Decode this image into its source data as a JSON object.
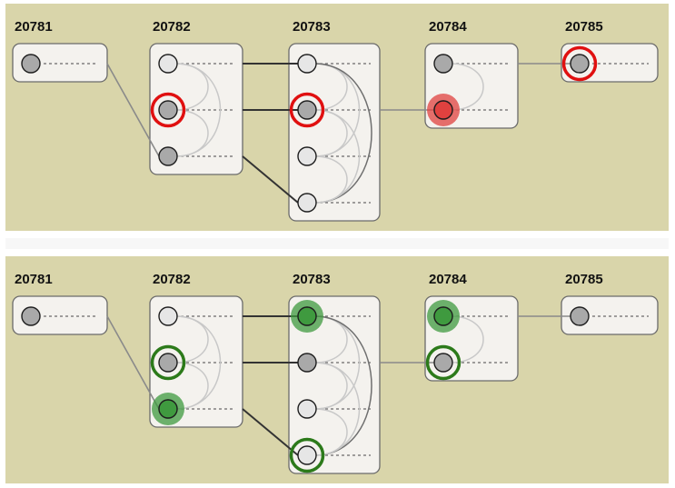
{
  "colors": {
    "panel": "#d9d5aa",
    "divider": "#f7f7f7",
    "card": "#f4f2ee",
    "node_light": "#e6e6e6",
    "node_dark": "#a9a9a9",
    "highlight_red": "#e01010",
    "highlight_red_fill": "#e0413f",
    "highlight_green": "#2c7a1a",
    "highlight_green_fill": "#3f9a3f"
  },
  "panels": [
    {
      "id": "top",
      "groups": [
        {
          "label": "20781",
          "nodes": [
            "dark"
          ]
        },
        {
          "label": "20782",
          "nodes": [
            "light",
            "dark",
            "dark"
          ]
        },
        {
          "label": "20783",
          "nodes": [
            "light",
            "dark",
            "light",
            "light"
          ]
        },
        {
          "label": "20784",
          "nodes": [
            "dark",
            "dark"
          ]
        },
        {
          "label": "20785",
          "nodes": [
            "dark"
          ]
        }
      ],
      "highlights": [
        {
          "group": 1,
          "node": 1,
          "style": "red-ring"
        },
        {
          "group": 2,
          "node": 1,
          "style": "red-ring"
        },
        {
          "group": 3,
          "node": 1,
          "style": "red-fill"
        },
        {
          "group": 4,
          "node": 0,
          "style": "red-ring"
        }
      ]
    },
    {
      "id": "bottom",
      "groups": [
        {
          "label": "20781",
          "nodes": [
            "dark"
          ]
        },
        {
          "label": "20782",
          "nodes": [
            "light",
            "dark",
            "dark"
          ]
        },
        {
          "label": "20783",
          "nodes": [
            "dark",
            "dark",
            "light",
            "light"
          ]
        },
        {
          "label": "20784",
          "nodes": [
            "dark",
            "dark"
          ]
        },
        {
          "label": "20785",
          "nodes": [
            "dark"
          ]
        }
      ],
      "highlights": [
        {
          "group": 1,
          "node": 1,
          "style": "green-ring"
        },
        {
          "group": 1,
          "node": 2,
          "style": "green-fill"
        },
        {
          "group": 2,
          "node": 0,
          "style": "green-fill"
        },
        {
          "group": 2,
          "node": 3,
          "style": "green-ring"
        },
        {
          "group": 3,
          "node": 0,
          "style": "green-fill"
        },
        {
          "group": 3,
          "node": 1,
          "style": "green-ring"
        }
      ]
    }
  ],
  "links": [
    {
      "from": [
        0,
        0
      ],
      "to": [
        1,
        2
      ],
      "style": "gray"
    },
    {
      "from": [
        1,
        0
      ],
      "to": [
        2,
        0
      ],
      "style": "dark"
    },
    {
      "from": [
        1,
        1
      ],
      "to": [
        2,
        1
      ],
      "style": "dark"
    },
    {
      "from": [
        1,
        2
      ],
      "to": [
        2,
        3
      ],
      "style": "dark"
    },
    {
      "from": [
        2,
        1
      ],
      "to": [
        3,
        1
      ],
      "style": "gray"
    },
    {
      "from": [
        3,
        0
      ],
      "to": [
        4,
        0
      ],
      "style": "gray"
    }
  ],
  "arcs": [
    {
      "group": 1,
      "pairs": [
        [
          0,
          1
        ],
        [
          0,
          2
        ],
        [
          1,
          2
        ]
      ]
    },
    {
      "group": 2,
      "pairs": [
        [
          0,
          1
        ],
        [
          0,
          2
        ],
        [
          0,
          3
        ],
        [
          1,
          2
        ],
        [
          1,
          3
        ],
        [
          2,
          3
        ]
      ]
    },
    {
      "group": 3,
      "pairs": [
        [
          0,
          1
        ]
      ]
    }
  ]
}
